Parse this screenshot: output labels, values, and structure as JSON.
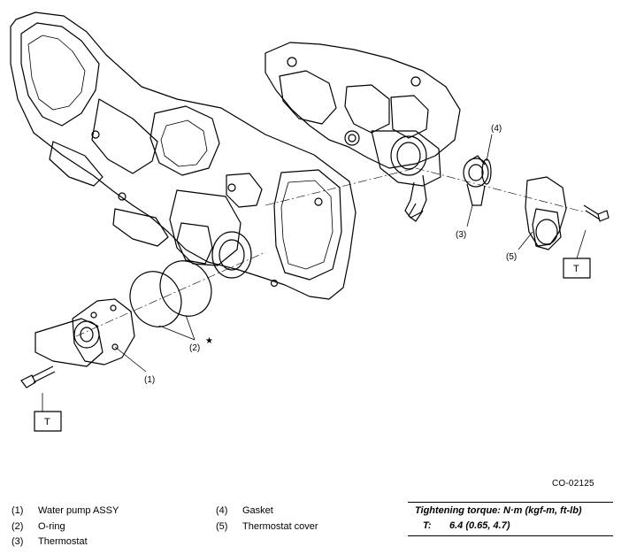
{
  "diagram": {
    "callouts": [
      {
        "id": "1",
        "text": "(1)"
      },
      {
        "id": "2",
        "text": "(2)"
      },
      {
        "id": "3",
        "text": "(3)"
      },
      {
        "id": "4",
        "text": "(4)"
      },
      {
        "id": "5",
        "text": "(5)"
      }
    ],
    "torque_markers": [
      "T",
      "T"
    ],
    "star_symbol": "★",
    "figure_code": "CO-02125"
  },
  "legend": {
    "left": [
      {
        "num": "(1)",
        "label": "Water pump ASSY"
      },
      {
        "num": "(2)",
        "label": "O-ring"
      },
      {
        "num": "(3)",
        "label": "Thermostat"
      }
    ],
    "right": [
      {
        "num": "(4)",
        "label": "Gasket"
      },
      {
        "num": "(5)",
        "label": "Thermostat cover"
      }
    ]
  },
  "torque": {
    "title": "Tightening torque: N·m (kgf-m, ft-lb)",
    "letter": "T:",
    "value": "6.4 (0.65, 4.7)"
  }
}
